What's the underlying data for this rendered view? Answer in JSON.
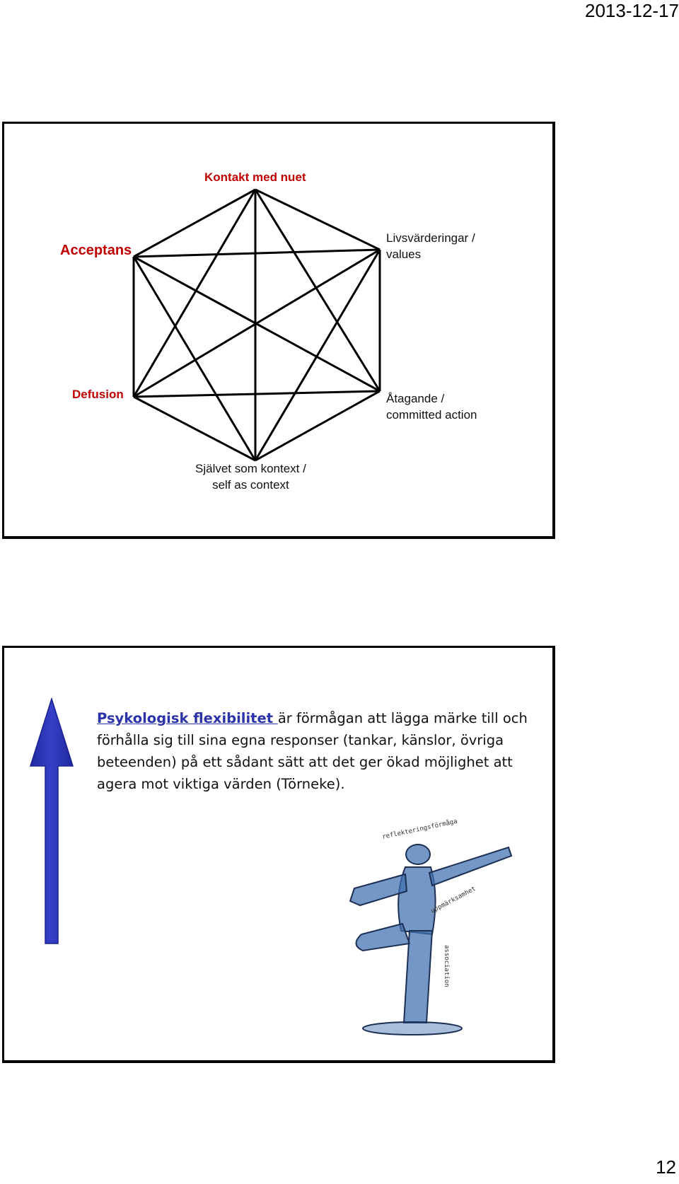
{
  "header": {
    "date": "2013-12-17"
  },
  "footer": {
    "page_number": "12"
  },
  "slide1": {
    "labels": {
      "top": "Kontakt med nuet",
      "upper_left": "Acceptans",
      "upper_right": "Livsvärderingar /\nvalues",
      "lower_left": "Defusion",
      "lower_right": "Åtagande /\ncommitted action",
      "bottom": "Självet som kontext /\nself as context"
    },
    "colors": {
      "red_label": "#c00000",
      "line": "#000000"
    }
  },
  "slide2": {
    "term": "Psykologisk flexibilitet ",
    "text": "är förmågan att lägga märke till och förhålla sig till sina egna responser (tankar, känslor, övriga beteenden) på ett sådant sätt att det ger ökad möjlighet att agera mot viktiga värden (Törneke).",
    "arrow_icon": "up-arrow-icon",
    "figure_icon": "watercolor-figure-illustration",
    "figure_texts": {
      "top": "reflekteringsförmåga",
      "right": "uppmärksamhet",
      "vertical": "association"
    },
    "colors": {
      "term": "#2a33a8",
      "arrow_fill": "#2b35b5",
      "figure": "#3a6aa5"
    }
  }
}
